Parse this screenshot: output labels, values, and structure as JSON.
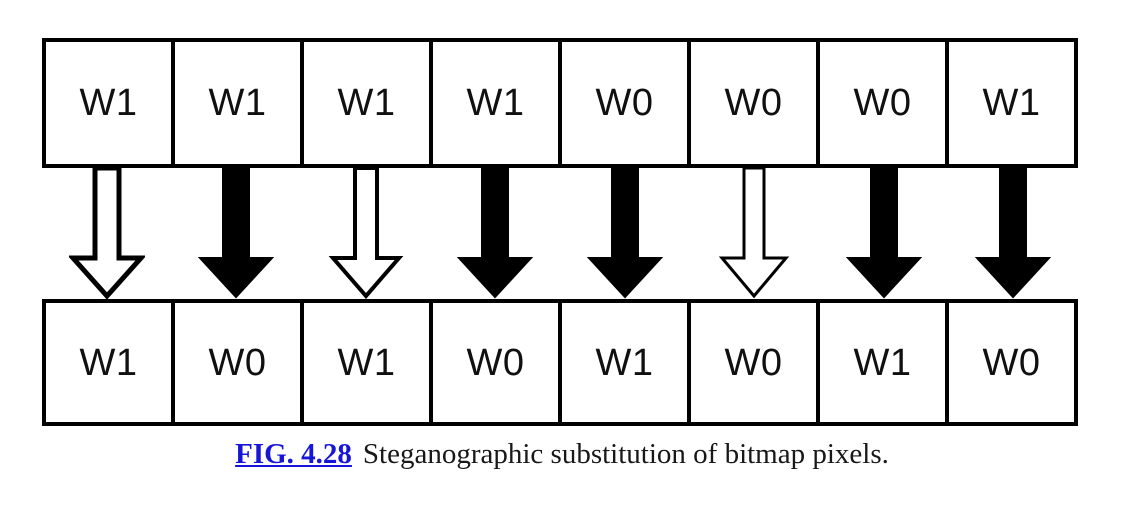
{
  "figure": {
    "id_label": "FIG. 4.28",
    "caption_text": "Steganographic substitution of bitmap pixels.",
    "link_color": "#1616d8",
    "text_color": "#181818",
    "stroke_color": "#000000",
    "fill_color": "#ffffff"
  },
  "diagram": {
    "type": "diagram",
    "title": "Steganographic substitution of bitmap pixels",
    "rows": [
      {
        "name": "original-bitmap-pixels",
        "cells": [
          {
            "label": "W1"
          },
          {
            "label": "W1"
          },
          {
            "label": "W1"
          },
          {
            "label": "W1"
          },
          {
            "label": "W0"
          },
          {
            "label": "W0"
          },
          {
            "label": "W0"
          },
          {
            "label": "W1"
          }
        ]
      },
      {
        "name": "substituted-bitmap-pixels",
        "cells": [
          {
            "label": "W1"
          },
          {
            "label": "W0"
          },
          {
            "label": "W1"
          },
          {
            "label": "W0"
          },
          {
            "label": "W1"
          },
          {
            "label": "W0"
          },
          {
            "label": "W1"
          },
          {
            "label": "W0"
          }
        ]
      }
    ],
    "arrows": [
      {
        "index": 1,
        "style": "hollow",
        "meaning": "unchanged"
      },
      {
        "index": 2,
        "style": "solid",
        "meaning": "substituted"
      },
      {
        "index": 3,
        "style": "hollow",
        "meaning": "unchanged"
      },
      {
        "index": 4,
        "style": "solid",
        "meaning": "substituted"
      },
      {
        "index": 5,
        "style": "solid",
        "meaning": "substituted"
      },
      {
        "index": 6,
        "style": "hollow",
        "meaning": "unchanged"
      },
      {
        "index": 7,
        "style": "solid",
        "meaning": "substituted"
      },
      {
        "index": 8,
        "style": "solid",
        "meaning": "substituted"
      }
    ]
  }
}
